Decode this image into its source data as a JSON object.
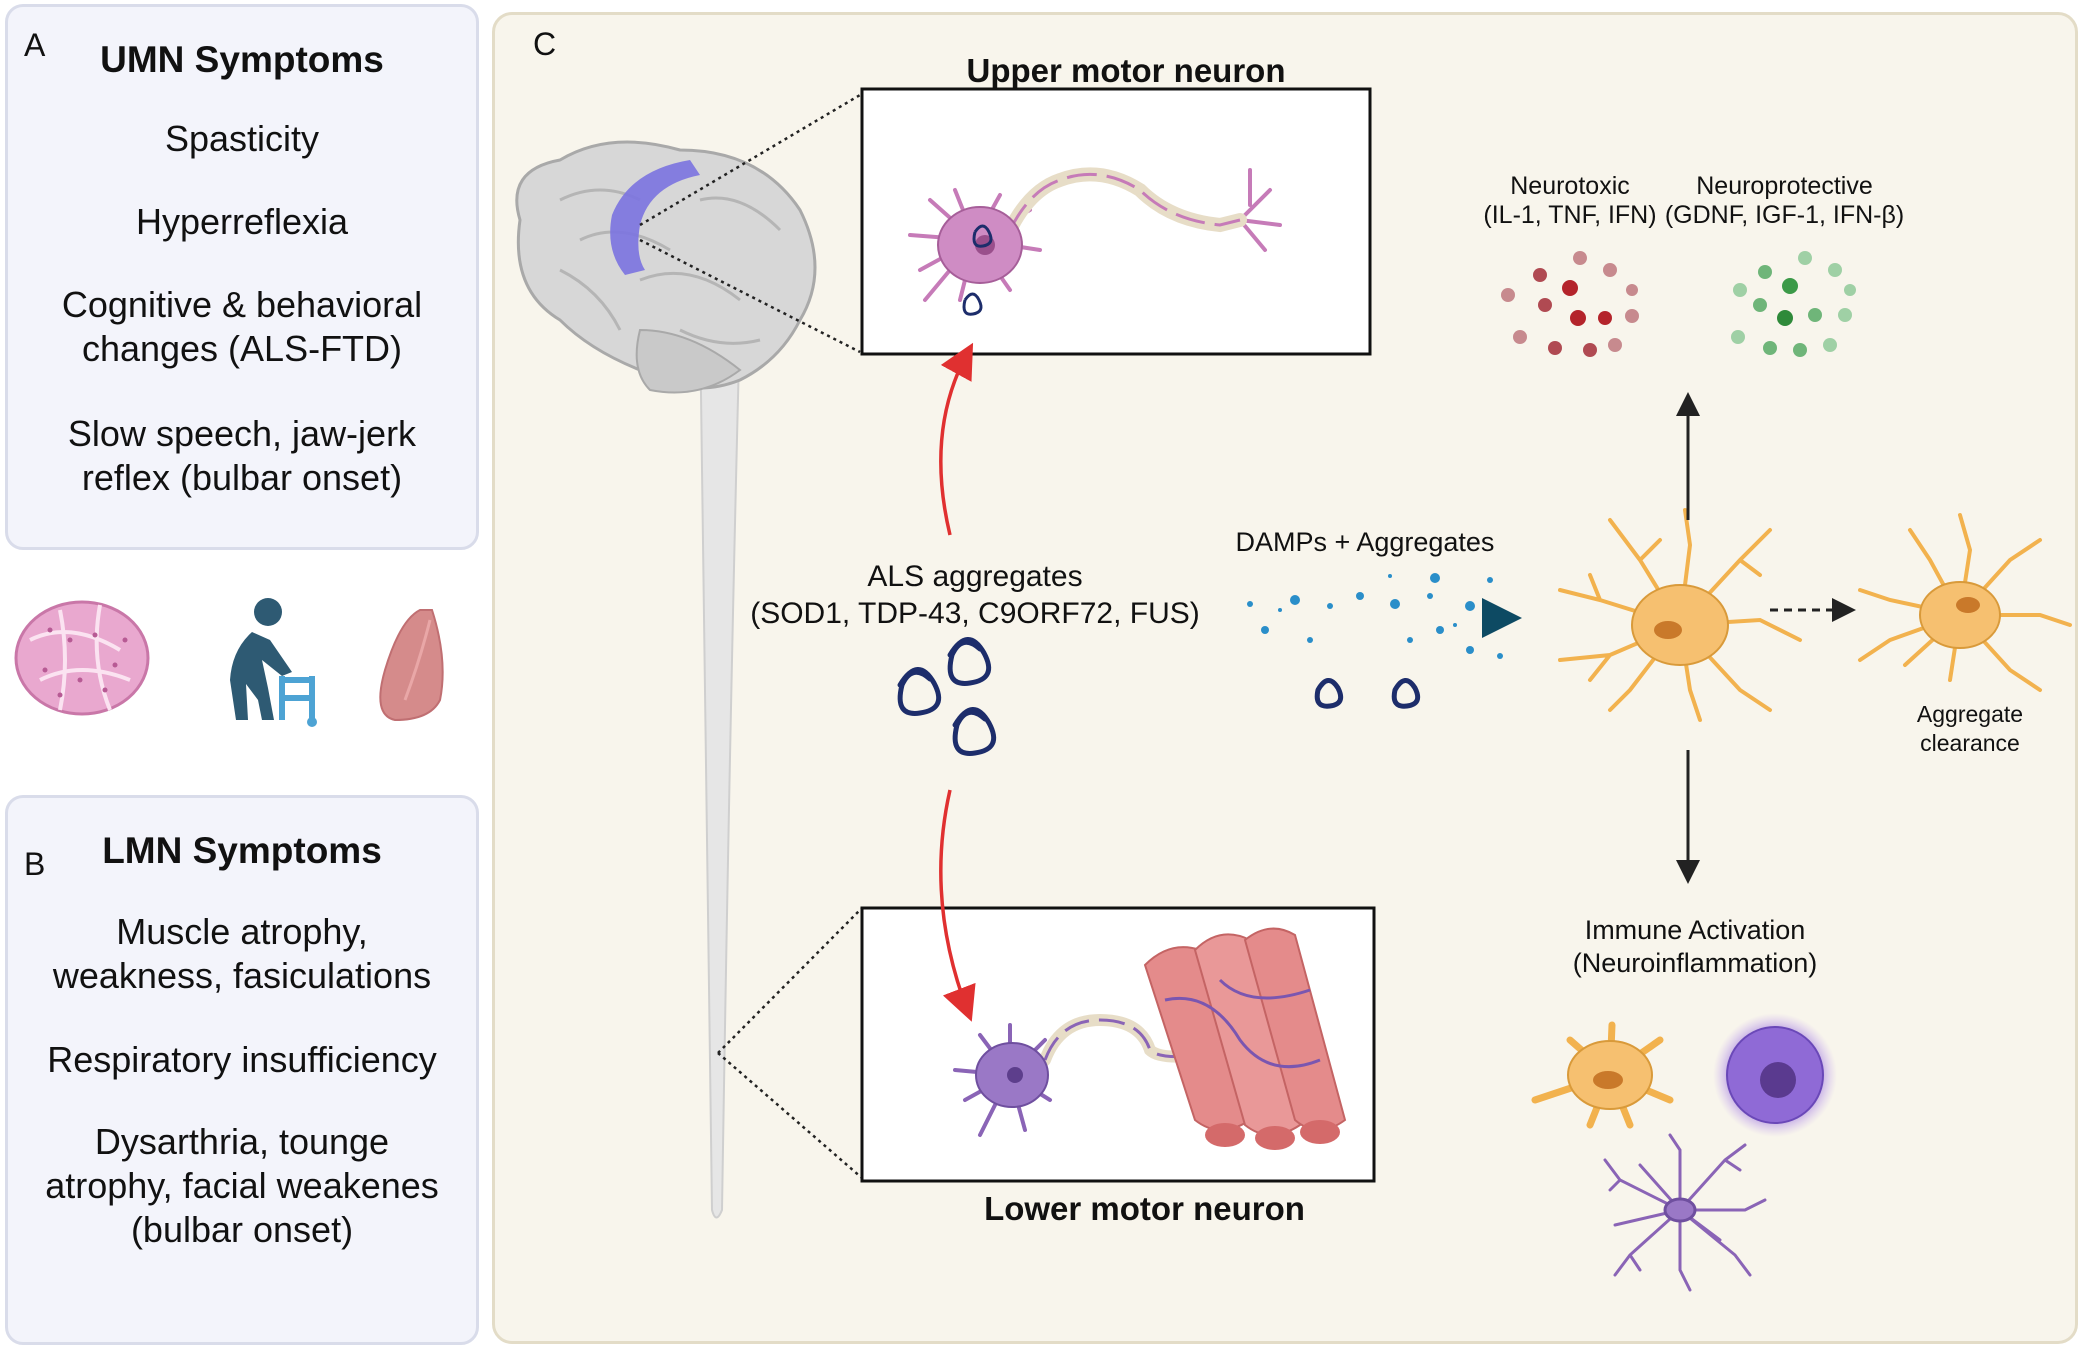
{
  "panel_a": {
    "letter": "A",
    "title": "UMN Symptoms",
    "symptoms": [
      "Spasticity",
      "Hyperreflexia",
      "Cognitive & behavioral\nchanges (ALS-FTD)",
      "Slow speech, jaw-jerk\nreflex (bulbar onset)"
    ]
  },
  "panel_b": {
    "letter": "B",
    "title": "LMN Symptoms",
    "symptoms": [
      "Muscle atrophy,\nweakness, fasiculations",
      "Respiratory insufficiency",
      "Dysarthria, tounge\natrophy, facial weakenes\n(bulbar onset)"
    ]
  },
  "middle_icons": [
    "muscle-tissue-icon",
    "walker-person-icon",
    "lung-icon"
  ],
  "panel_c": {
    "letter": "C",
    "upper_label": "Upper motor neuron",
    "lower_label": "Lower motor neuron",
    "aggregates_label": "ALS aggregates\n(SOD1, TDP-43, C9ORF72, FUS)",
    "damps_label": "DAMPs + Aggregates",
    "neurotoxic_label": "Neurotoxic\n(IL-1, TNF, IFN)",
    "neuroprotective_label": "Neuroprotective\n(GDNF, IGF-1, IFN-β)",
    "clearance_label": "Aggregate\nclearance",
    "immune_label": "Immune Activation\n(Neuroinflammation)"
  },
  "colors": {
    "panel_bg": "#f3f4fb",
    "panel_c_bg": "#f8f5ec",
    "neuron_upper": "#c67bb8",
    "neuron_lower": "#8a64b6",
    "microglia": "#f2b24e",
    "arrow_red": "#e03030",
    "damps_arrow": "#0d4a63",
    "neurotoxic": "#b4242b",
    "neuroprotective": "#3c9a48",
    "motor_cortex": "#7b73e0"
  }
}
